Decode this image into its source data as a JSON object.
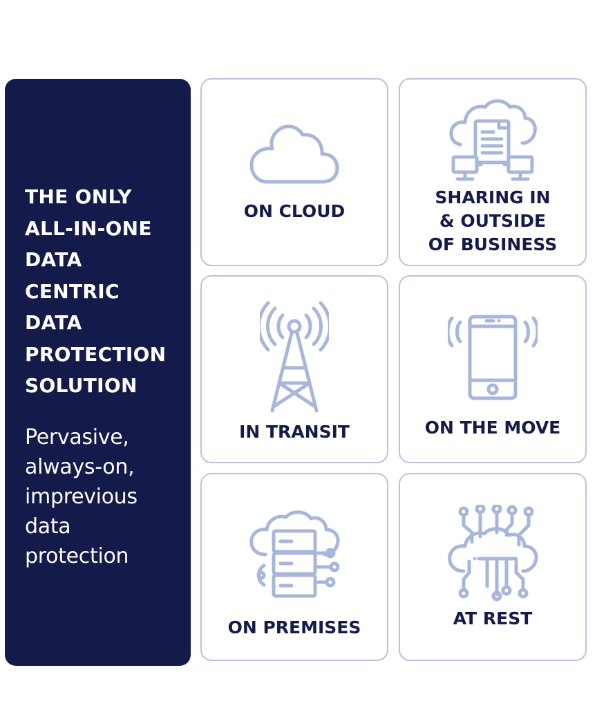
{
  "headline": {
    "lines": [
      "THE ONLY",
      "ALL-IN-ONE",
      "DATA",
      "CENTRIC",
      "DATA",
      "PROTECTION",
      "SOLUTION"
    ]
  },
  "tagline": {
    "lines": [
      "Pervasive,",
      "always-on,",
      "imprevious",
      "data",
      "protection"
    ]
  },
  "cards": {
    "on_cloud": {
      "icon": "cloud-icon",
      "lines": [
        "ON CLOUD"
      ]
    },
    "sharing": {
      "icon": "cloud-document-sharing-icon",
      "lines": [
        "SHARING IN",
        "& OUTSIDE",
        "OF BUSINESS"
      ]
    },
    "in_transit": {
      "icon": "radio-tower-icon",
      "lines": [
        "IN TRANSIT"
      ]
    },
    "on_the_move": {
      "icon": "vibrating-phone-icon",
      "lines": [
        "ON THE MOVE"
      ]
    },
    "on_premises": {
      "icon": "server-cloud-icon",
      "lines": [
        "ON PREMISES"
      ]
    },
    "at_rest": {
      "icon": "cloud-circuit-icon",
      "lines": [
        "AT REST"
      ]
    }
  },
  "colors": {
    "panel_background": "#141a4a",
    "icon_stroke": "#a8b7d9",
    "card_border": "#b9c3dd",
    "label_text": "#141a4a"
  }
}
